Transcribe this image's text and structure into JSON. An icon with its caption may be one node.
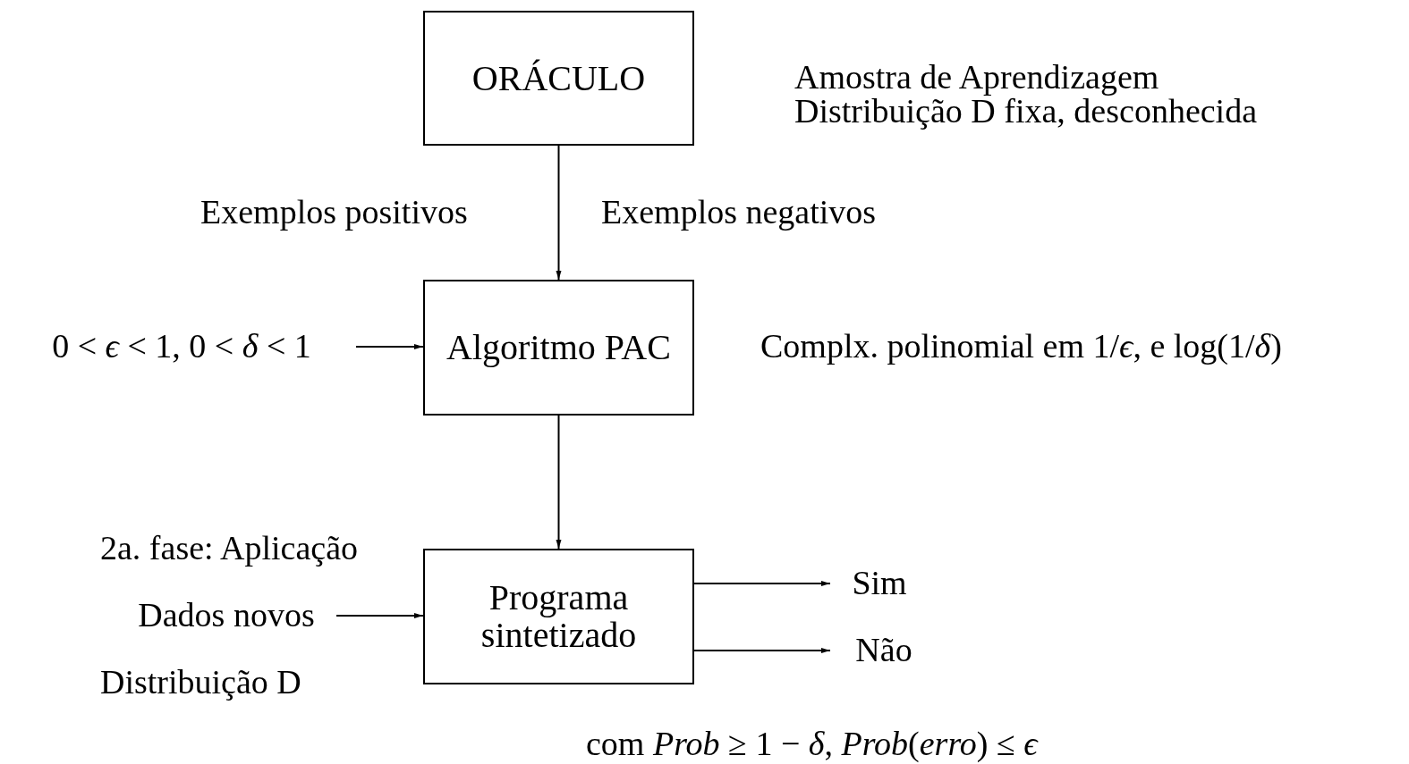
{
  "diagram": {
    "nodes": [
      {
        "text": [
          "ORÁCULO"
        ]
      },
      {
        "text": [
          "Algoritmo PAC"
        ]
      },
      {
        "text": [
          "Programa sintetizado"
        ]
      },
      {
        "text": [
          "0 < *ϵ* < 1, 0 < *δ* < 1"
        ]
      },
      {
        "text": [
          "Dados novos"
        ]
      },
      {
        "text": [
          "Sim"
        ]
      },
      {
        "text": [
          "Não"
        ]
      }
    ],
    "edges": [
      {
        "from": 0,
        "to": 1,
        "arrow": "to"
      },
      {
        "from": 3,
        "to": 1,
        "arrow": "to"
      },
      {
        "from": 1,
        "to": 2,
        "arrow": "to"
      },
      {
        "from": 4,
        "to": 2,
        "arrow": "to"
      },
      {
        "from": 2,
        "to": 5,
        "arrow": "to"
      },
      {
        "from": 2,
        "to": 6,
        "arrow": "to"
      }
    ],
    "labels": [
      "Amostra de Aprendizagem",
      "Distribuição D fixa, desconhecida",
      "Exemplos positivos",
      "Exemplos negativos",
      "Complx. polinomial em 1/*ϵ*, e log(1/*δ*)",
      "2a. fase: Aplicação",
      "Distribuição D",
      "com *Prob* ≥ 1 − *δ*, *Prob*(*erro*) ≤ *ϵ*"
    ]
  }
}
